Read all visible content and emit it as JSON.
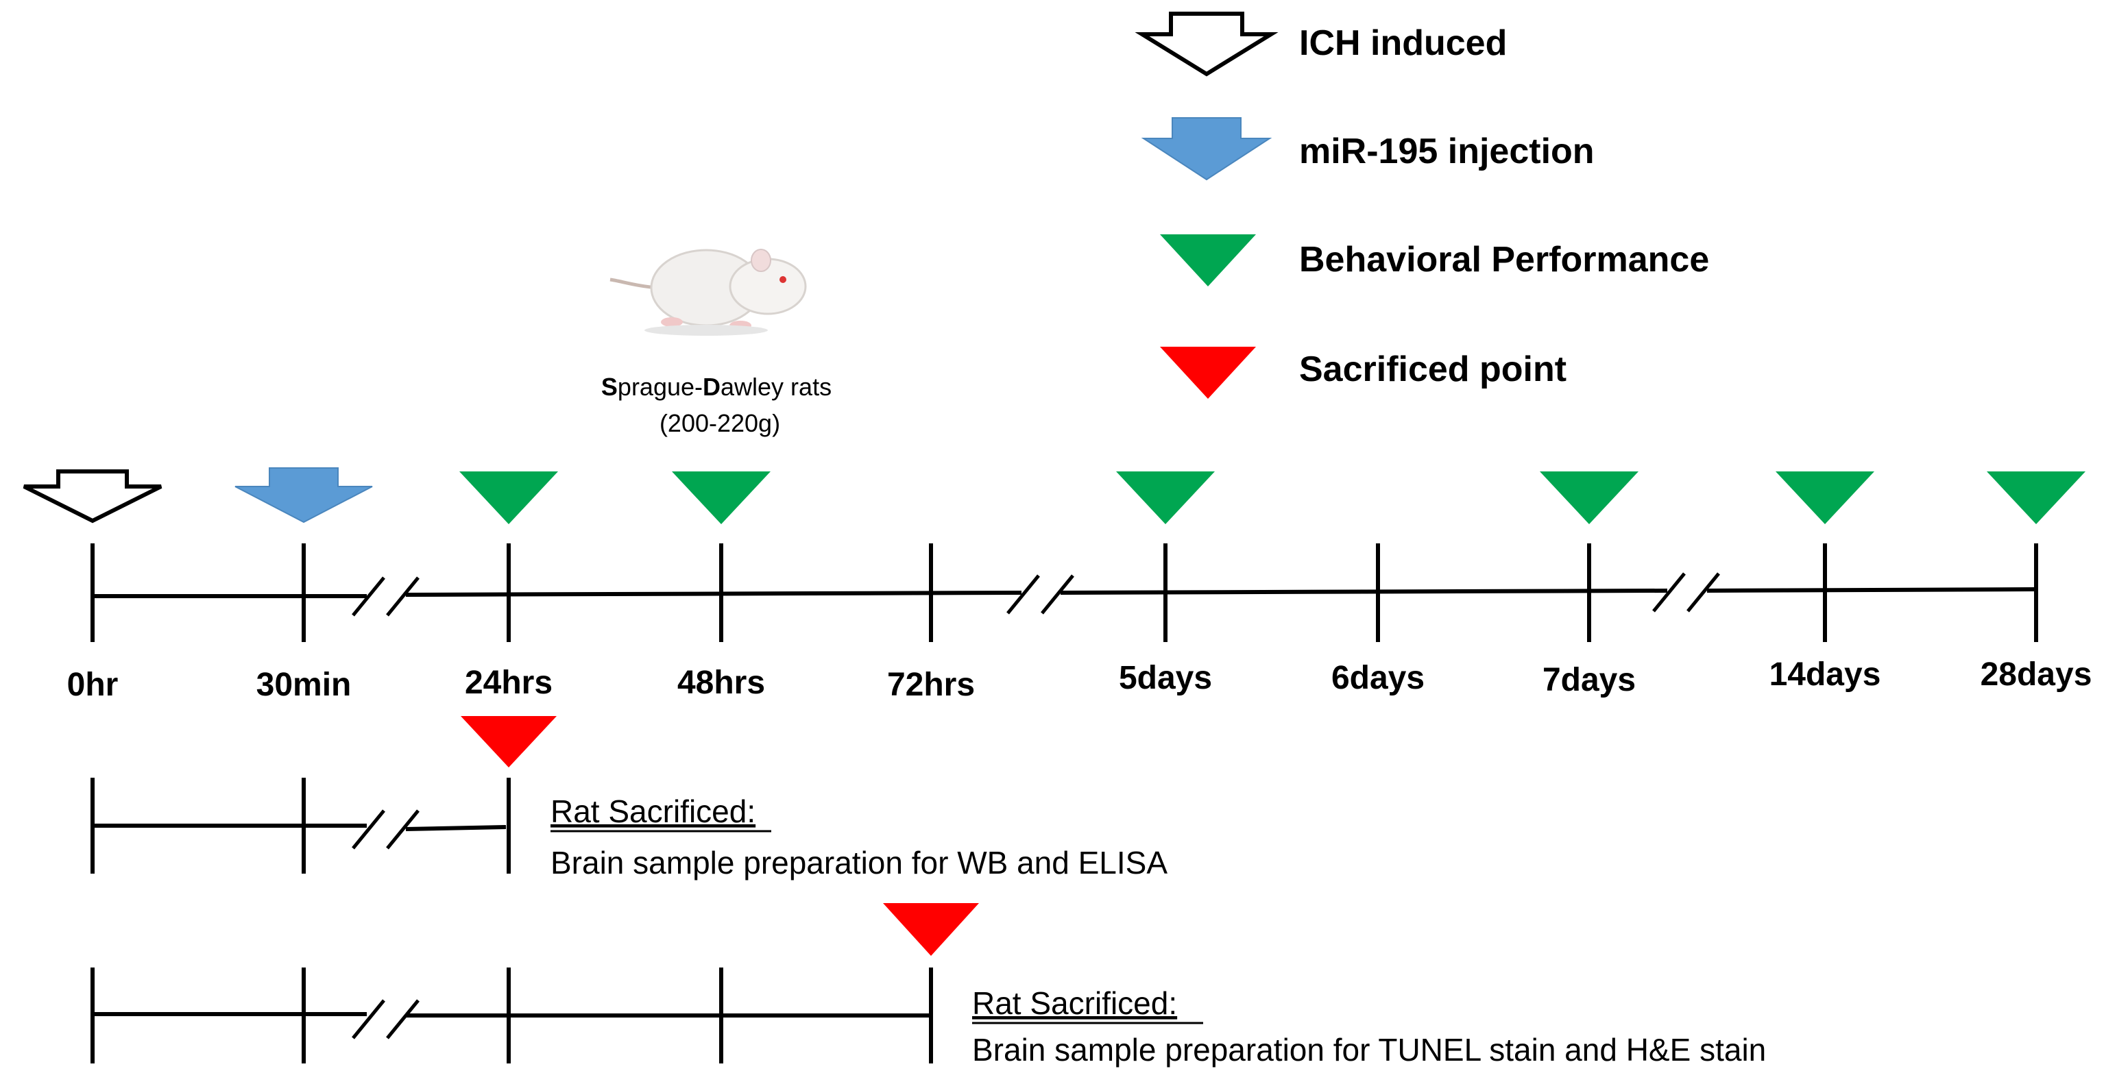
{
  "legend": [
    {
      "marker": "hollow-arrow",
      "label": "ICH induced"
    },
    {
      "marker": "blue-arrow",
      "label": "miR-195 injection",
      "color": "#5b9bd5"
    },
    {
      "marker": "green-triangle",
      "label": "Behavioral Performance",
      "color": "#00a651"
    },
    {
      "marker": "red-triangle",
      "label": "Sacrificed point",
      "color": "#ff0000"
    }
  ],
  "subject": {
    "caption_bold_1": "S",
    "caption_part_1": "prague-",
    "caption_bold_2": "D",
    "caption_part_2": "awley rats",
    "weight": "(200-220g)"
  },
  "timeline": {
    "ticks": [
      "0hr",
      "30min",
      "24hrs",
      "48hrs",
      "72hrs",
      "5days",
      "6days",
      "7days",
      "14days",
      "28days"
    ],
    "ich_at": [
      "0hr"
    ],
    "injection_at": [
      "30min"
    ],
    "behavior_at": [
      "24hrs",
      "48hrs",
      "5days",
      "7days",
      "14days",
      "28days"
    ]
  },
  "branches": [
    {
      "sacrificed_at": "24hrs",
      "title": "Rat Sacrificed:",
      "detail": "Brain sample preparation for WB and ELISA"
    },
    {
      "sacrificed_at": "72hrs",
      "title": "Rat Sacrificed:",
      "detail": "Brain sample preparation for TUNEL stain and H&E stain"
    }
  ],
  "colors": {
    "injection": "#5b9bd5",
    "behavior": "#00a651",
    "sacrifice": "#ff0000"
  }
}
